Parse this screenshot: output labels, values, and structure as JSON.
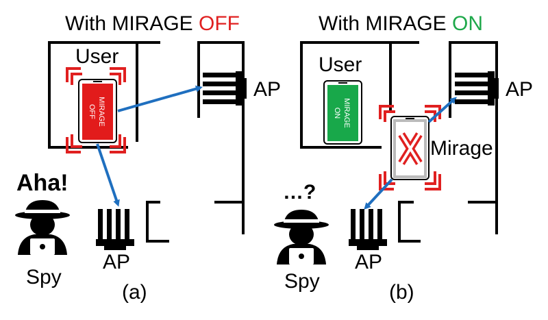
{
  "panel_a": {
    "title_prefix": "With MIRAGE ",
    "title_state": "OFF",
    "user_label": "User",
    "phone_text_line1": "MIRAGE",
    "phone_text_line2": "OFF",
    "ap_right_label": "AP",
    "ap_bottom_label": "AP",
    "spy_exclaim": "Aha!",
    "spy_label": "Spy",
    "caption": "(a)"
  },
  "panel_b": {
    "title_prefix": "With MIRAGE ",
    "title_state": "ON",
    "user_label": "User",
    "phone_text_line1": "MIRAGE",
    "phone_text_line2": "ON",
    "ap_right_label": "AP",
    "ap_bottom_label": "AP",
    "mirage_label": "Mirage",
    "spy_exclaim": "…?",
    "spy_label": "Spy",
    "caption": "(b)"
  },
  "colors": {
    "off": "#e02020",
    "on": "#1ea84a",
    "arrow": "#1f6fbf",
    "phone_off_fill": "#e21b1b",
    "phone_on_fill": "#18a84a"
  },
  "icons": {
    "ap": "router-icon",
    "spy": "spy-icon",
    "phone": "phone-icon",
    "mirage": "mirage-device-icon"
  }
}
